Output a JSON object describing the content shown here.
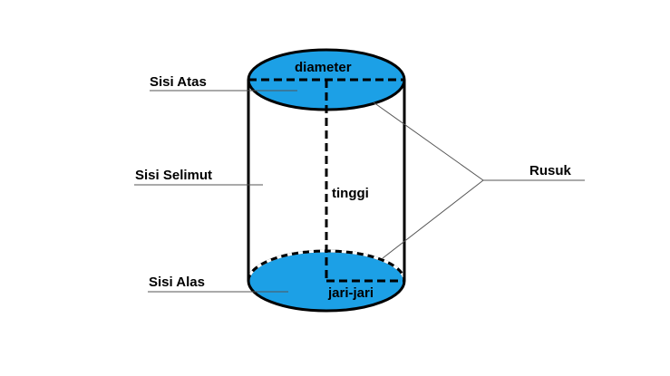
{
  "labels": {
    "top_face": "Sisi Atas",
    "lateral_surface": "Sisi Selimut",
    "bottom_face": "Sisi Alas",
    "edge": "Rusuk",
    "diameter": "diameter",
    "height": "tinggi",
    "radius": "jari-jari"
  },
  "colors": {
    "face_fill": "#1ca0e6",
    "stroke": "#000000",
    "leader": "#555555"
  }
}
